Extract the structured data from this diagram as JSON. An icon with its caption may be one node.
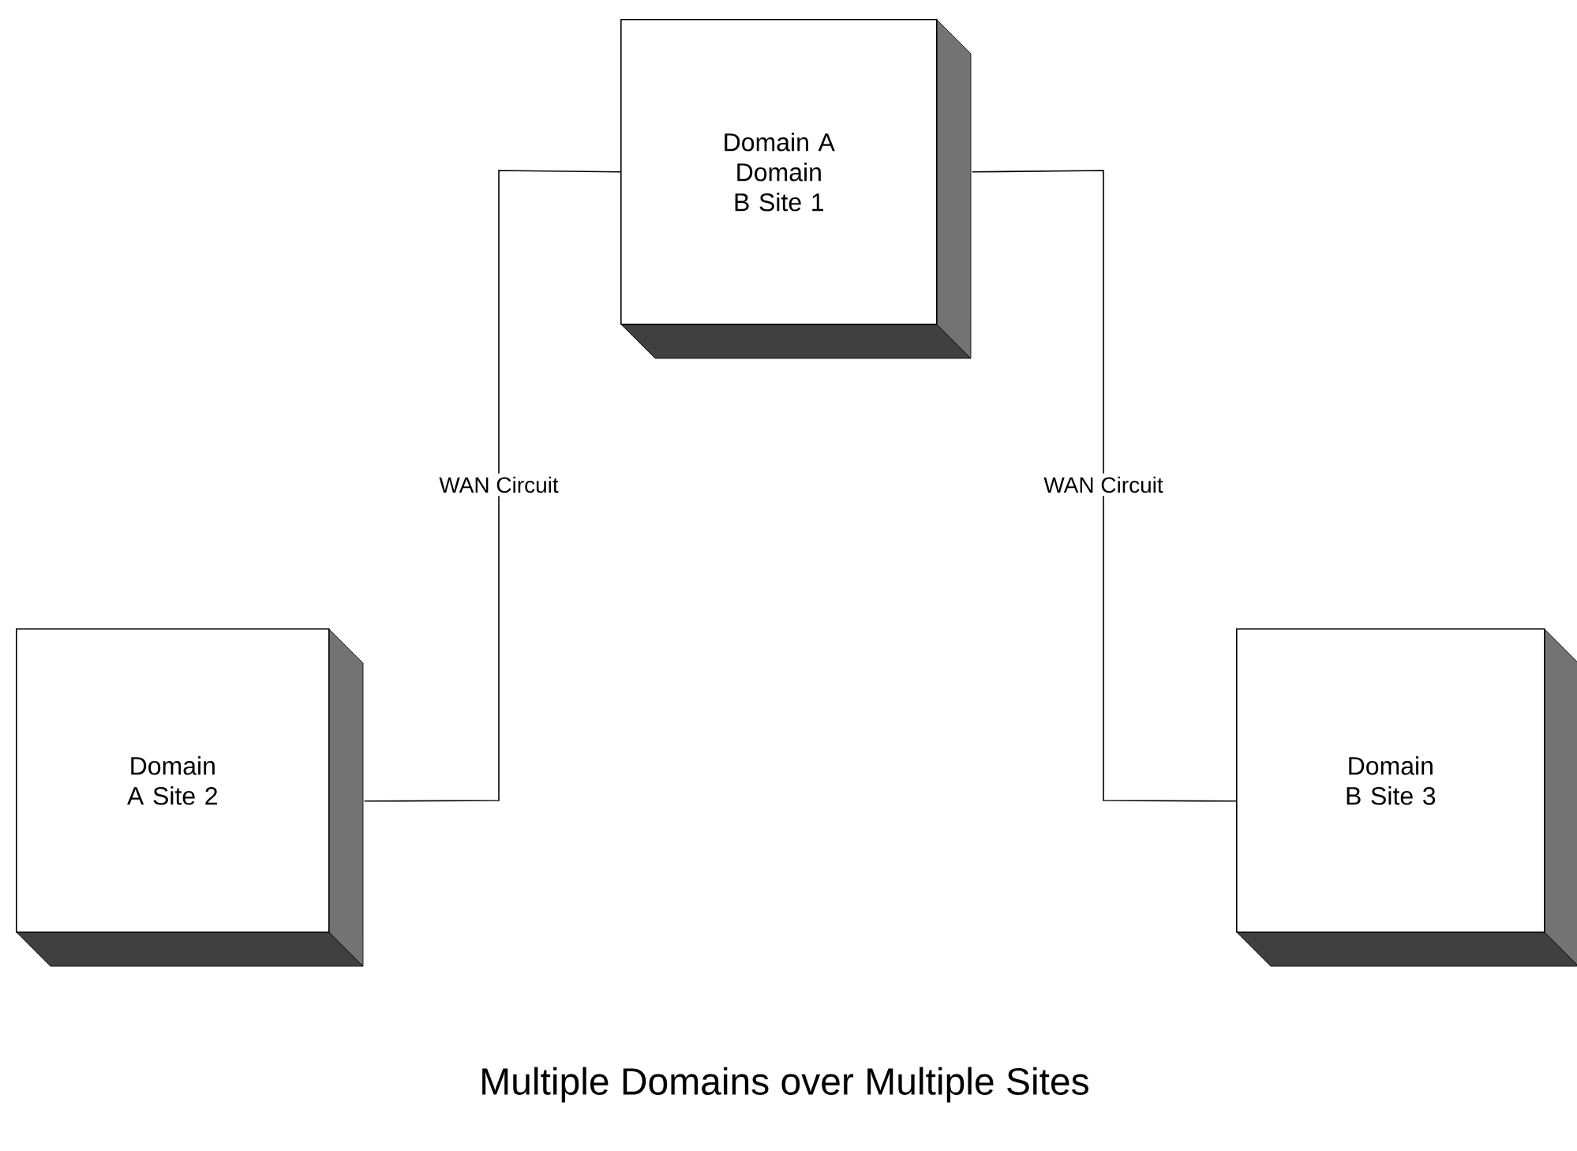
{
  "diagram": {
    "caption": "Multiple Domains over Multiple Sites",
    "nodes": [
      {
        "text": [
          "Domain A Domain B Site 1"
        ]
      },
      {
        "text": [
          "Domain A Site 2"
        ]
      },
      {
        "text": [
          "Domain B Site 3"
        ]
      }
    ],
    "edges": [
      {
        "from": 0,
        "to": 1,
        "arrow": "none",
        "label": "WAN Circuit"
      },
      {
        "from": 0,
        "to": 2,
        "arrow": "none",
        "label": "WAN Circuit"
      }
    ]
  }
}
